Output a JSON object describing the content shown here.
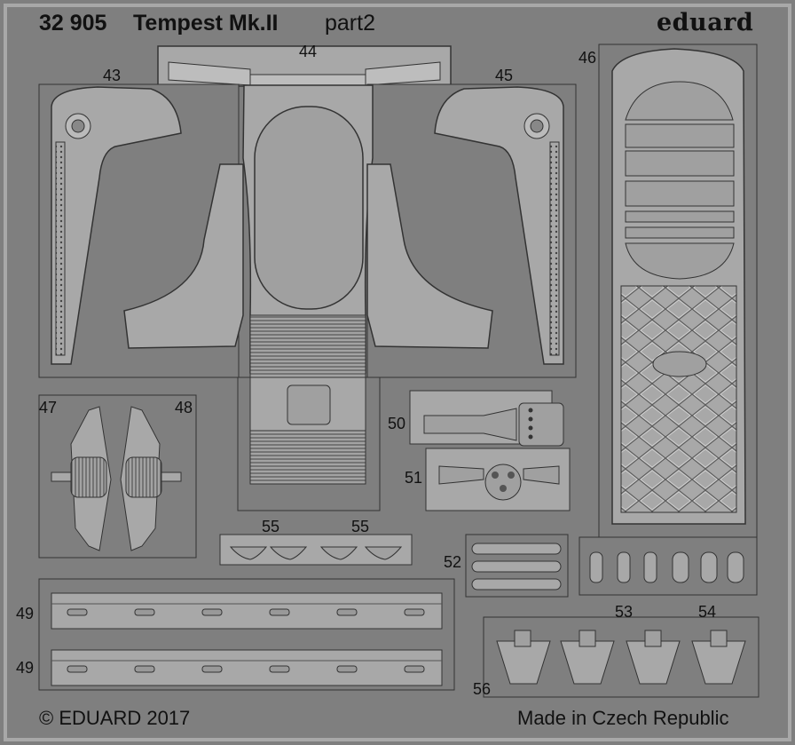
{
  "sheet": {
    "code": "32 905",
    "title": "Tempest Mk.II",
    "subtitle": "part2",
    "brand": "eduard",
    "copyright": "© EDUARD 2017",
    "made_in": "Made in Czech Republic"
  },
  "part_labels": [
    "43",
    "44",
    "45",
    "46",
    "47",
    "48",
    "49",
    "49",
    "50",
    "51",
    "52",
    "53",
    "54",
    "55",
    "55",
    "56"
  ],
  "colors": {
    "background": "#7f7f7f",
    "fret": "#a8a8a8",
    "part": "#9c9c9c",
    "outline": "#333333",
    "text": "#111111"
  }
}
